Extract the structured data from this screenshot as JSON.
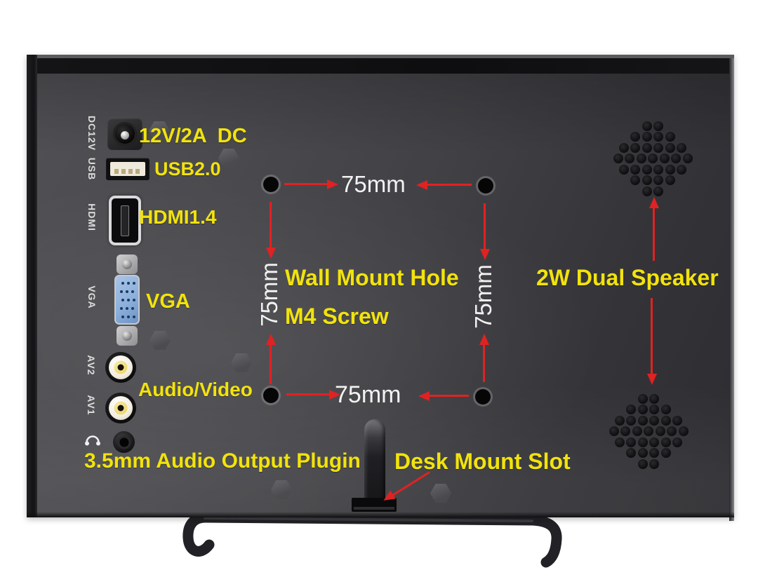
{
  "image_type": "product-photo",
  "subject": "monitor back panel with annotated ports and mounts",
  "colors": {
    "callout_yellow": "#f2e30c",
    "arrow_red": "#e02222",
    "measure_white": "#f2f2f2",
    "panel_gray": "#454549",
    "panel_dark": "#2e2e32",
    "vga_blue": "#8cb0dc",
    "rca_ring": "#f3eee0",
    "rca_center": "#eeda70"
  },
  "ports": {
    "dc": {
      "label": "DC12V",
      "callout": "12V/2A  DC"
    },
    "usb": {
      "label": "USB",
      "callout": "USB2.0"
    },
    "hdmi": {
      "label": "HDMI",
      "callout": "HDMI1.4"
    },
    "vga": {
      "label": "VGA",
      "callout": "VGA"
    },
    "av2": {
      "label": "AV2"
    },
    "av1": {
      "label": "AV1"
    },
    "audio_video_callout": "Audio/Video",
    "audio_out_callout": "3.5mm Audio Output Plugin"
  },
  "wall_mount": {
    "title_line1": "Wall Mount Hole",
    "title_line2": "M4 Screw",
    "dim_top": "75mm",
    "dim_bottom": "75mm",
    "dim_left": "75mm",
    "dim_right": "75mm"
  },
  "speakers": {
    "callout": "2W Dual Speaker"
  },
  "desk_mount": {
    "callout": "Desk Mount Slot"
  },
  "icons": {
    "audio_output": "headphone-icon"
  }
}
